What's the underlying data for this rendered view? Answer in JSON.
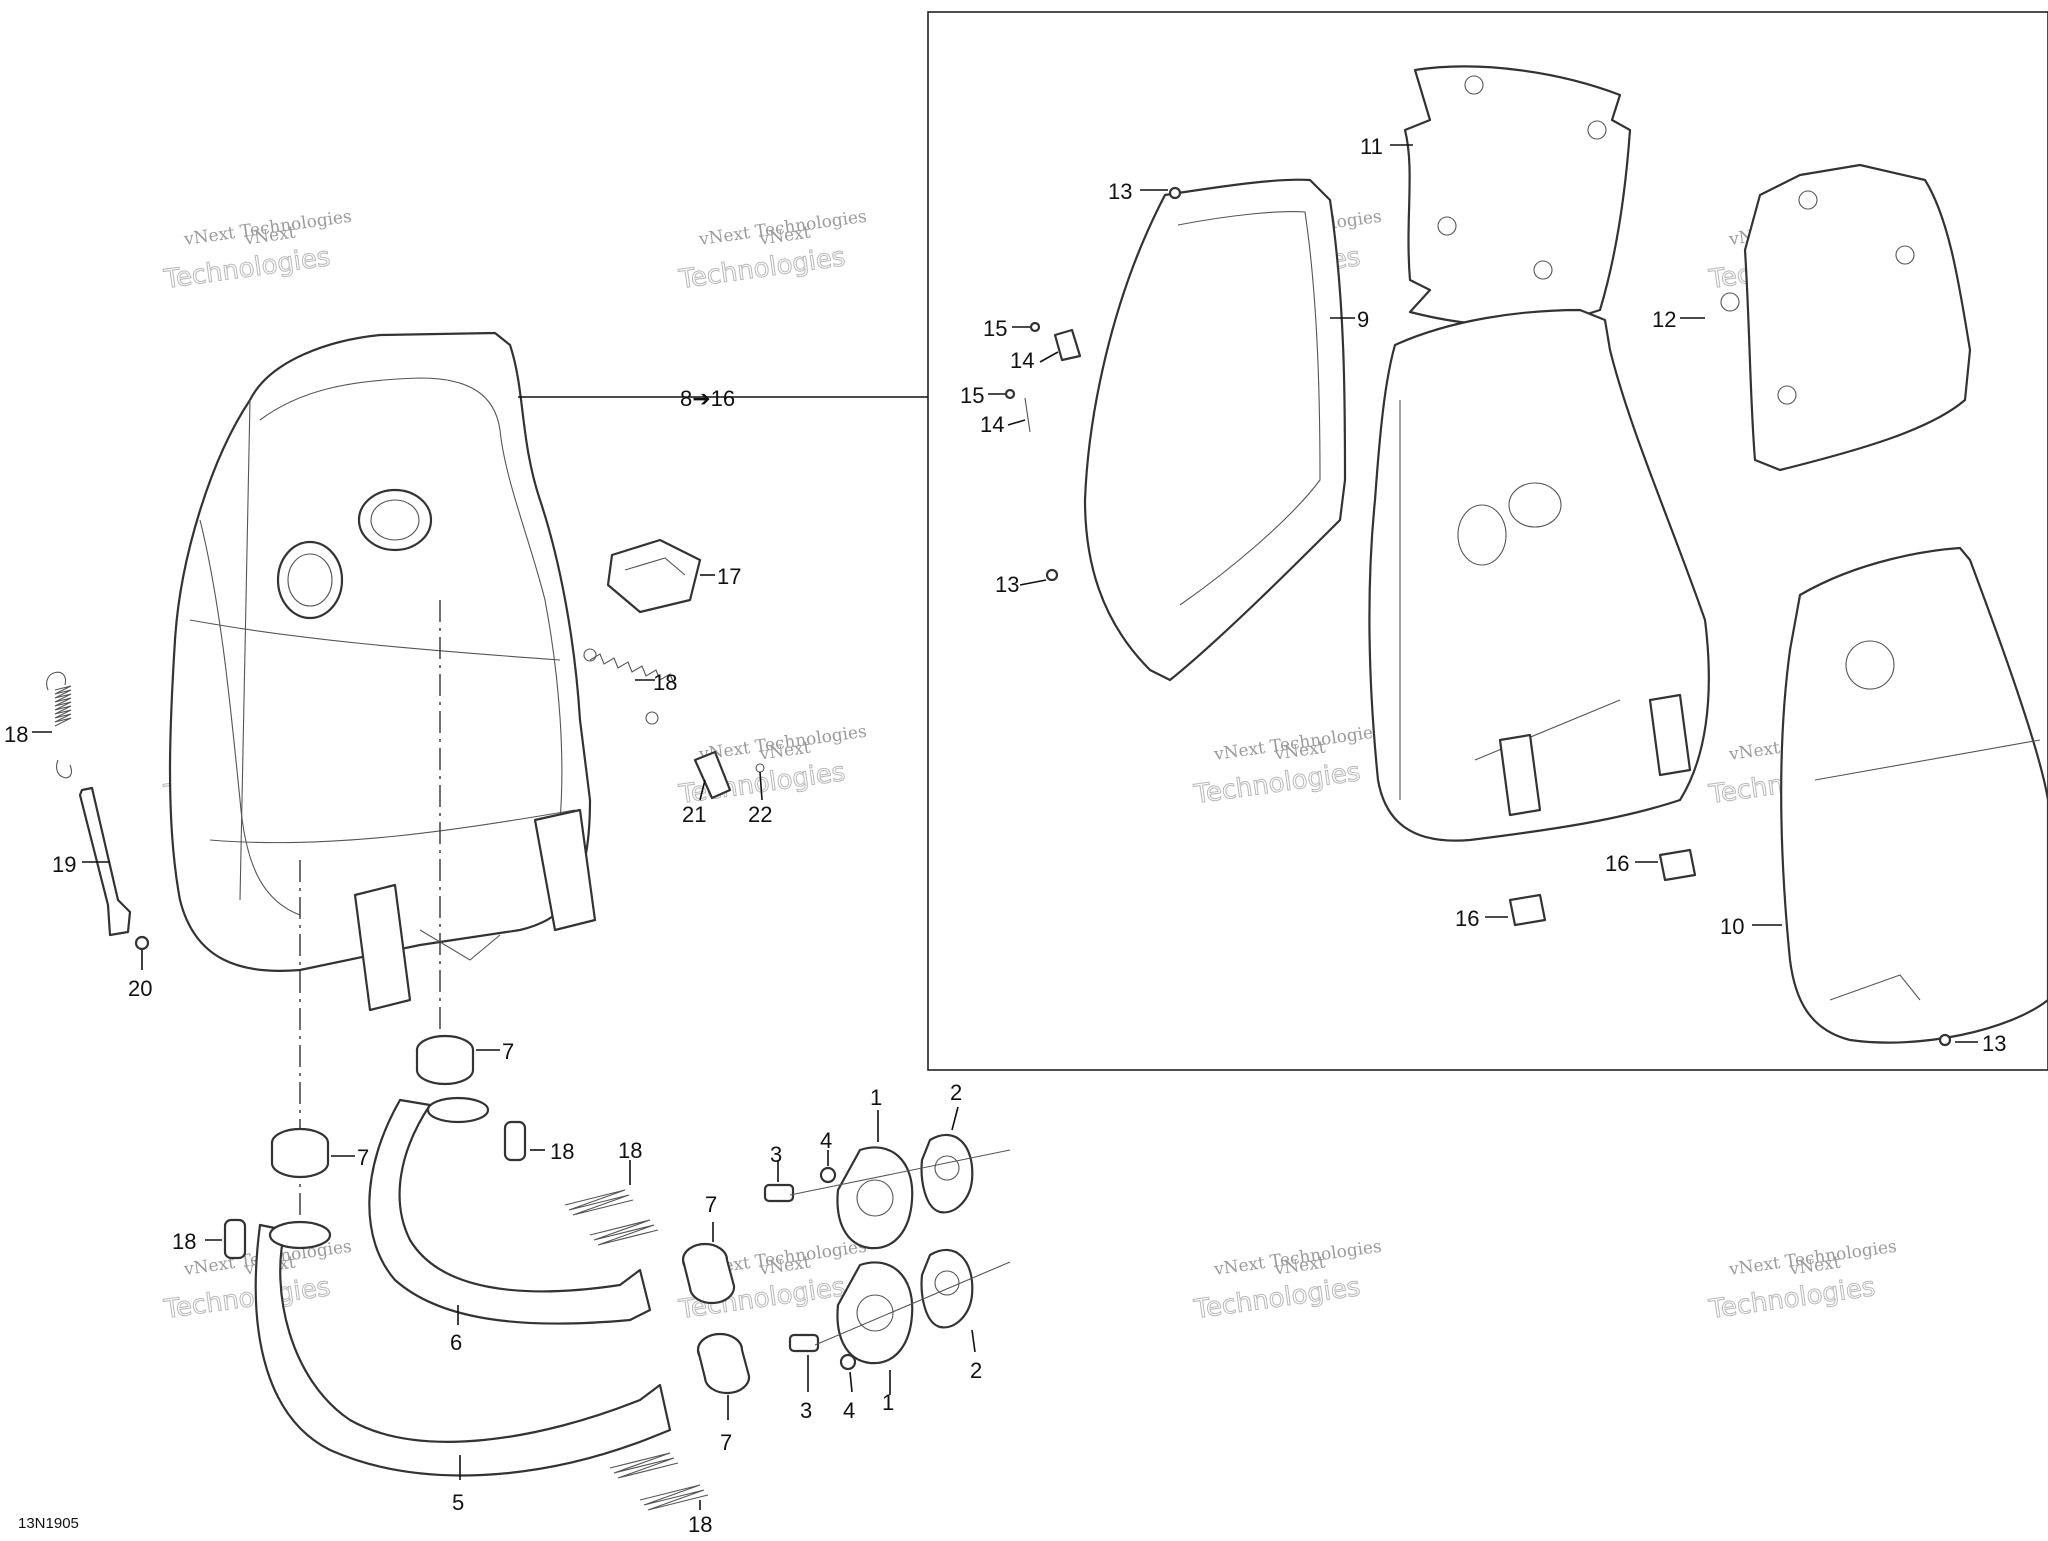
{
  "diagram": {
    "figure_code": "13N1905",
    "watermark_small": "vNext Technologies",
    "watermark_large": "Technologies",
    "watermark_top": "vNext",
    "callouts": {
      "c1a": "1",
      "c1b": "1",
      "c2a": "2",
      "c2b": "2",
      "c3a": "3",
      "c3b": "3",
      "c4a": "4",
      "c4b": "4",
      "c5": "5",
      "c6": "6",
      "c7a": "7",
      "c7b": "7",
      "c7c": "7",
      "c7d": "7",
      "c8to16": "8➔16",
      "c9": "9",
      "c10": "10",
      "c11": "11",
      "c12": "12",
      "c13a": "13",
      "c13b": "13",
      "c13c": "13",
      "c14a": "14",
      "c14b": "14",
      "c15a": "15",
      "c15b": "15",
      "c16a": "16",
      "c16b": "16",
      "c17": "17",
      "c18a": "18",
      "c18b": "18",
      "c18c": "18",
      "c18d": "18",
      "c18e": "18",
      "c18f": "18",
      "c19": "19",
      "c20": "20",
      "c21": "21",
      "c22": "22"
    }
  }
}
